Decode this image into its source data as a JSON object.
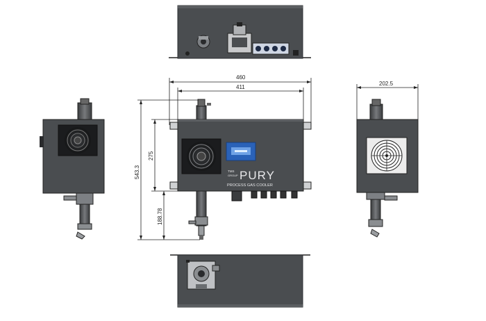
{
  "dimensions": {
    "overall_width": "460",
    "mounting_width": "411",
    "side_depth": "202.5",
    "overall_height": "543.3",
    "mounting_height": "275",
    "bottom_length": "188.78"
  },
  "front_panel": {
    "brand_small_1": "TMS",
    "brand_small_2": "GROUP",
    "brand": "PURY",
    "subtitle": "PROCESS GAS COOLER"
  },
  "colors": {
    "housing": "#4a4d50",
    "housing_dark": "#2e3033",
    "display": "#2a62b8",
    "line": "#222222"
  }
}
